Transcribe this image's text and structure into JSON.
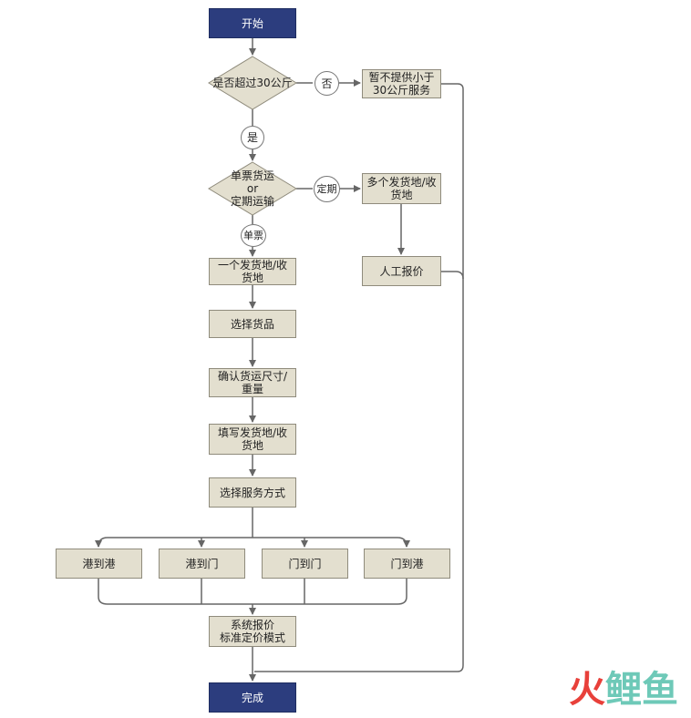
{
  "nodes": {
    "start": "开始",
    "check_weight": "是否超过30公斤",
    "no_label": "否",
    "no_service": "暂不提供小于30公斤服务",
    "yes_label": "是",
    "mode_line1": "单票货运",
    "mode_line2": "or",
    "mode_line3": "定期运输",
    "periodic_label": "定期",
    "single_label": "单票",
    "multi_address": "多个发货地/收货地",
    "manual_quote": "人工报价",
    "single_address": "一个发货地/收货地",
    "select_goods": "选择货品",
    "confirm_size": "确认货运尺寸/重量",
    "fill_address": "填写发货地/收货地",
    "select_service": "选择服务方式",
    "port_to_port": "港到港",
    "port_to_door": "港到门",
    "door_to_door": "门到门",
    "door_to_port": "门到港",
    "system_quote_line1": "系统报价",
    "system_quote_line2": "标准定价模式",
    "finish": "完成"
  },
  "watermark": {
    "part1": "火",
    "part2": "鲤鱼"
  },
  "colors": {
    "box_fill": "#e3dfcf",
    "terminal_fill": "#2c3d7e",
    "line": "#666666"
  }
}
